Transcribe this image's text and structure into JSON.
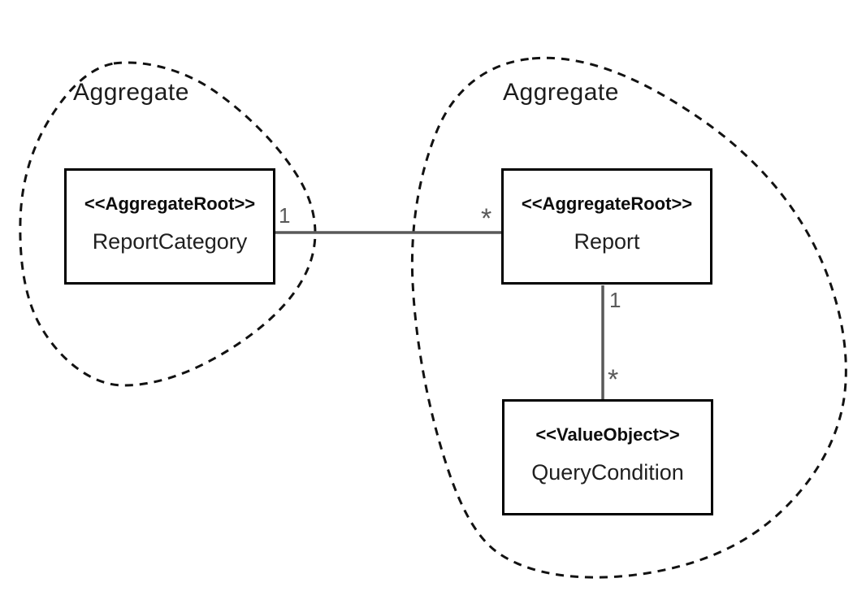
{
  "diagram": {
    "background": "#ffffff",
    "colors": {
      "box_border": "#000000",
      "box_fill": "#ffffff",
      "boundary_stroke": "#121212",
      "connector": "#595959",
      "multiplicity_text": "#595959",
      "label_text": "#1c1c1c"
    },
    "aggregates": [
      {
        "label": "Aggregate",
        "contains": [
          "ReportCategory"
        ]
      },
      {
        "label": "Aggregate",
        "contains": [
          "Report",
          "QueryCondition"
        ]
      }
    ],
    "classes": [
      {
        "stereotype": "<<AggregateRoot>>",
        "name": "ReportCategory"
      },
      {
        "stereotype": "<<AggregateRoot>>",
        "name": "Report"
      },
      {
        "stereotype": "<<ValueObject>>",
        "name": "QueryCondition"
      }
    ],
    "associations": [
      {
        "from": "ReportCategory",
        "to": "Report",
        "from_multiplicity": "1",
        "to_multiplicity": "*",
        "orientation": "horizontal"
      },
      {
        "from": "Report",
        "to": "QueryCondition",
        "from_multiplicity": "1",
        "to_multiplicity": "*",
        "orientation": "vertical"
      }
    ]
  }
}
